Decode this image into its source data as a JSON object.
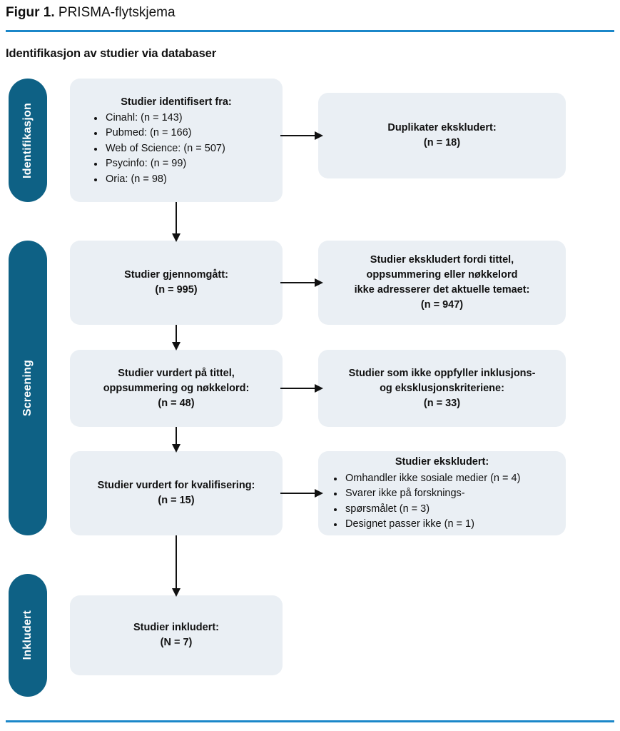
{
  "figure": {
    "label": "Figur 1.",
    "caption": "PRISMA-flytskjema",
    "section_heading": "Identifikasjon av studier via databaser",
    "rule_color": "#1b87c9",
    "stage_color": "#0e6185",
    "box_fill": "#eaeff4"
  },
  "stages": [
    {
      "id": "identifikasjon",
      "label": "Identifikasjon"
    },
    {
      "id": "screening",
      "label": "Screening"
    },
    {
      "id": "inkludert",
      "label": "Inkludert"
    }
  ],
  "boxes": {
    "identified": {
      "heading": "Studier identifisert fra:",
      "items": [
        "Cinahl: (n = 143)",
        "Pubmed: (n = 166)",
        "Web of Science: (n = 507)",
        "Psycinfo: (n = 99)",
        "Oria: (n = 98)"
      ]
    },
    "duplicates": {
      "line1": "Duplikater ekskludert:",
      "line2": "(n = 18)"
    },
    "screened": {
      "line1": "Studier gjennomgått:",
      "line2": "(n = 995)"
    },
    "excluded_topic": {
      "line1": "Studier ekskludert fordi tittel,",
      "line2": "oppsummering eller nøkkelord",
      "line3": "ikke adresserer det aktuelle temaet:",
      "line4": "(n = 947)"
    },
    "assessed_title_summary": {
      "line1": "Studier vurdert på tittel,",
      "line2": "oppsummering og nøkkelord:",
      "line3": "(n = 48)"
    },
    "excluded_criteria": {
      "line1": "Studier som ikke oppfyller inklusjons-",
      "line2": "og eksklusjonskriteriene:",
      "line3": "(n = 33)"
    },
    "assessed_eligibility": {
      "line1": "Studier vurdert for kvalifisering:",
      "line2": "(n = 15)"
    },
    "excluded_reasons": {
      "heading": "Studier ekskludert:",
      "items": [
        "Omhandler ikke sosiale medier (n = 4)",
        "Svarer ikke på forsknings-",
        "spørsmålet (n = 3)",
        "Designet passer ikke (n = 1)"
      ]
    },
    "included": {
      "line1": "Studier inkludert:",
      "line2": "(N = 7)"
    }
  },
  "connectors": [
    {
      "name": "arrow-identified-to-duplicates",
      "direction": "right"
    },
    {
      "name": "arrow-identified-to-screened",
      "direction": "down"
    },
    {
      "name": "arrow-screened-to-excluded-topic",
      "direction": "right"
    },
    {
      "name": "arrow-screened-to-assessed-title",
      "direction": "down"
    },
    {
      "name": "arrow-assessed-title-to-excluded-criteria",
      "direction": "right"
    },
    {
      "name": "arrow-assessed-title-to-assessed-eligibility",
      "direction": "down"
    },
    {
      "name": "arrow-assessed-eligibility-to-excluded-reasons",
      "direction": "right"
    },
    {
      "name": "arrow-assessed-eligibility-to-included",
      "direction": "down"
    }
  ]
}
